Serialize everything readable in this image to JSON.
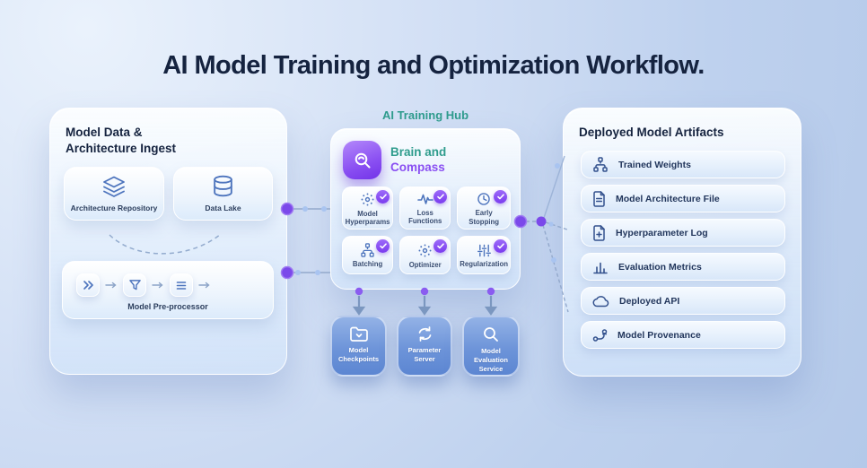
{
  "title": "AI Model Training and Optimization Workflow.",
  "colors": {
    "background_top": "#eaf2fc",
    "background_bottom": "#b4c9e9",
    "heading": "#15233f",
    "teal_accent": "#2f9c8d",
    "purple_accent": "#8a4ff2",
    "blue_icon": "#4d74bd",
    "service_box_blue": "#6d94d9",
    "connector_purple": "#7b49ea",
    "connector_blue_dot": "#a9c4f0"
  },
  "ingest_panel": {
    "title_line1": "Model Data &",
    "title_line2": "Architecture Ingest",
    "cards": [
      {
        "label": "Architecture Repository",
        "icon": "layers-icon"
      },
      {
        "label": "Data Lake",
        "icon": "database-icon"
      }
    ],
    "preprocessor": {
      "label": "Model Pre-processor",
      "icons": [
        "double-chevron-icon",
        "filter-icon",
        "list-icon"
      ]
    }
  },
  "training_hub": {
    "label": "AI Training Hub",
    "brand": {
      "line1": "Brain and",
      "line2": "Compass",
      "icon": "search-icon"
    },
    "modules": [
      {
        "label": "Model Hyperparams",
        "icon": "gear-dots-icon",
        "checked": true
      },
      {
        "label": "Loss Functions",
        "icon": "pulse-icon",
        "checked": true
      },
      {
        "label": "Early Stopping",
        "icon": "clock-icon",
        "checked": true
      },
      {
        "label": "Batching",
        "icon": "hierarchy-icon",
        "checked": true
      },
      {
        "label": "Optimizer",
        "icon": "gear-dots-icon",
        "checked": true
      },
      {
        "label": "Regularization",
        "icon": "sliders-icon",
        "checked": true
      }
    ],
    "services": [
      {
        "label": "Model Checkpoints",
        "icon": "folder-check-icon"
      },
      {
        "label": "Parameter Server",
        "icon": "sync-icon"
      },
      {
        "label": "Model Evaluation Service",
        "icon": "search-icon"
      }
    ]
  },
  "artifacts_panel": {
    "title": "Deployed Model Artifacts",
    "items": [
      {
        "label": "Trained Weights",
        "icon": "hierarchy-icon"
      },
      {
        "label": "Model Architecture File",
        "icon": "document-icon"
      },
      {
        "label": "Hyperparameter Log",
        "icon": "document-plus-icon"
      },
      {
        "label": "Evaluation Metrics",
        "icon": "bar-chart-icon"
      },
      {
        "label": "Deployed API",
        "icon": "cloud-icon"
      },
      {
        "label": "Model Provenance",
        "icon": "branch-icon"
      }
    ]
  }
}
